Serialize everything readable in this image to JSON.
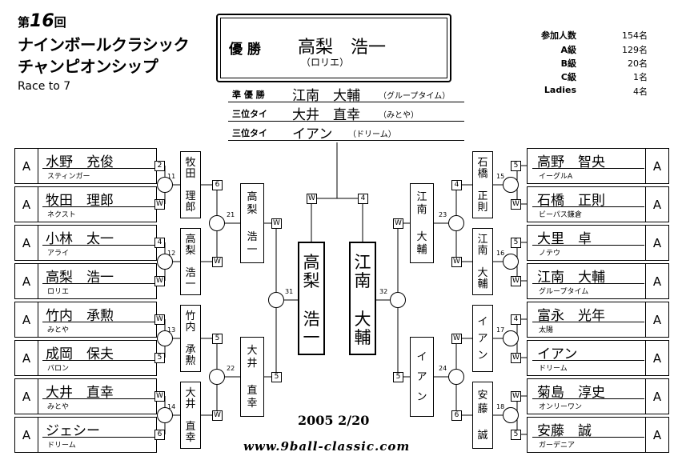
{
  "header": {
    "edition_prefix": "第",
    "edition_number": "16",
    "edition_suffix": "回",
    "title_line1": "ナインボールクラシック",
    "title_line2": "チャンピオンシップ",
    "race": "Race to 7"
  },
  "stats": [
    {
      "label": "参加人数",
      "value": "154名"
    },
    {
      "label": "A級",
      "value": "129名"
    },
    {
      "label": "B級",
      "value": "20名"
    },
    {
      "label": "C級",
      "value": "1名"
    },
    {
      "label": "Ladies",
      "value": "4名"
    }
  ],
  "champion": {
    "label": "優 勝",
    "name": "高梨　浩一",
    "team": "（ロリエ）"
  },
  "podium": [
    {
      "label": "準 優 勝",
      "name": "江南　大輔",
      "team": "（グループタイム）"
    },
    {
      "label": "三位タイ",
      "name": "大井　直幸",
      "team": "（みとや）"
    },
    {
      "label": "三位タイ",
      "name": "イアン",
      "team": "（ドリーム）"
    }
  ],
  "players_left": [
    {
      "class": "A",
      "name": "水野　充俊",
      "team": "スティンガー"
    },
    {
      "class": "A",
      "name": "牧田　理郎",
      "team": "ネクスト"
    },
    {
      "class": "A",
      "name": "小林　太一",
      "team": "アライ"
    },
    {
      "class": "A",
      "name": "高梨　浩一",
      "team": "ロリエ"
    },
    {
      "class": "A",
      "name": "竹内　承勲",
      "team": "みとや"
    },
    {
      "class": "A",
      "name": "成岡　保夫",
      "team": "バロン"
    },
    {
      "class": "A",
      "name": "大井　直幸",
      "team": "みとや"
    },
    {
      "class": "A",
      "name": "ジェシー",
      "team": "ドリーム"
    }
  ],
  "players_right": [
    {
      "class": "A",
      "name": "高野　智央",
      "team": "イーグルA"
    },
    {
      "class": "A",
      "name": "石橋　正則",
      "team": "ビーパス鎌倉"
    },
    {
      "class": "A",
      "name": "大里　卓",
      "team": "ノテウ"
    },
    {
      "class": "A",
      "name": "江南　大輔",
      "team": "グループタイム"
    },
    {
      "class": "A",
      "name": "富永　光年",
      "team": "太陽"
    },
    {
      "class": "A",
      "name": "イアン",
      "team": "ドリーム"
    },
    {
      "class": "A",
      "name": "菊島　淳史",
      "team": "オンリーワン"
    },
    {
      "class": "A",
      "name": "安藤　誠",
      "team": "ガーデニア"
    }
  ],
  "round1_scores_left": [
    "2",
    "W",
    "4",
    "W",
    "W",
    "5",
    "W",
    "6"
  ],
  "round1_scores_right": [
    "5",
    "W",
    "5",
    "W",
    "4",
    "W",
    "W",
    "5"
  ],
  "match_numbers": {
    "r1_left": [
      "11",
      "12",
      "13",
      "14"
    ],
    "r1_right": [
      "15",
      "16",
      "17",
      "18"
    ],
    "r2_left": [
      "21",
      "22"
    ],
    "r2_right": [
      "23",
      "24"
    ],
    "semi_left": "31",
    "semi_right": "32"
  },
  "r1_winners_left": [
    {
      "chars": [
        "牧",
        "田",
        "",
        "理",
        "郎"
      ]
    },
    {
      "chars": [
        "高",
        "梨",
        "",
        "浩",
        "一"
      ]
    },
    {
      "chars": [
        "竹",
        "内",
        "",
        "承",
        "勲"
      ]
    },
    {
      "chars": [
        "大",
        "井",
        "",
        "直",
        "幸"
      ]
    }
  ],
  "r1_winners_right": [
    {
      "chars": [
        "石",
        "橋",
        "",
        "正",
        "則"
      ]
    },
    {
      "chars": [
        "江",
        "南",
        "",
        "大",
        "輔"
      ]
    },
    {
      "chars": [
        "イ",
        "ア",
        "ン"
      ]
    },
    {
      "chars": [
        "安",
        "藤",
        "",
        "誠"
      ]
    }
  ],
  "r2_scores_left": [
    "6",
    "W",
    "5",
    "W"
  ],
  "r2_scores_right": [
    "4",
    "W",
    "W",
    "6"
  ],
  "r2_winners_left": [
    {
      "chars": [
        "高",
        "梨",
        "",
        "浩",
        "一"
      ]
    },
    {
      "chars": [
        "大",
        "井",
        "",
        "直",
        "幸"
      ]
    }
  ],
  "r2_winners_right": [
    {
      "chars": [
        "江",
        "南",
        "",
        "大",
        "輔"
      ]
    },
    {
      "chars": [
        "イ",
        "ア",
        "ン"
      ]
    }
  ],
  "semi_scores_left": [
    "W",
    "5"
  ],
  "semi_scores_right": [
    "W",
    "5"
  ],
  "finalists": [
    {
      "chars": [
        "高",
        "梨",
        "",
        "浩",
        "一"
      ]
    },
    {
      "chars": [
        "江",
        "南",
        "",
        "大",
        "輔"
      ]
    }
  ],
  "final_scores": [
    "W",
    "4"
  ],
  "footer": {
    "date": "2005  2/20",
    "url": "www.9ball-classic.com"
  }
}
